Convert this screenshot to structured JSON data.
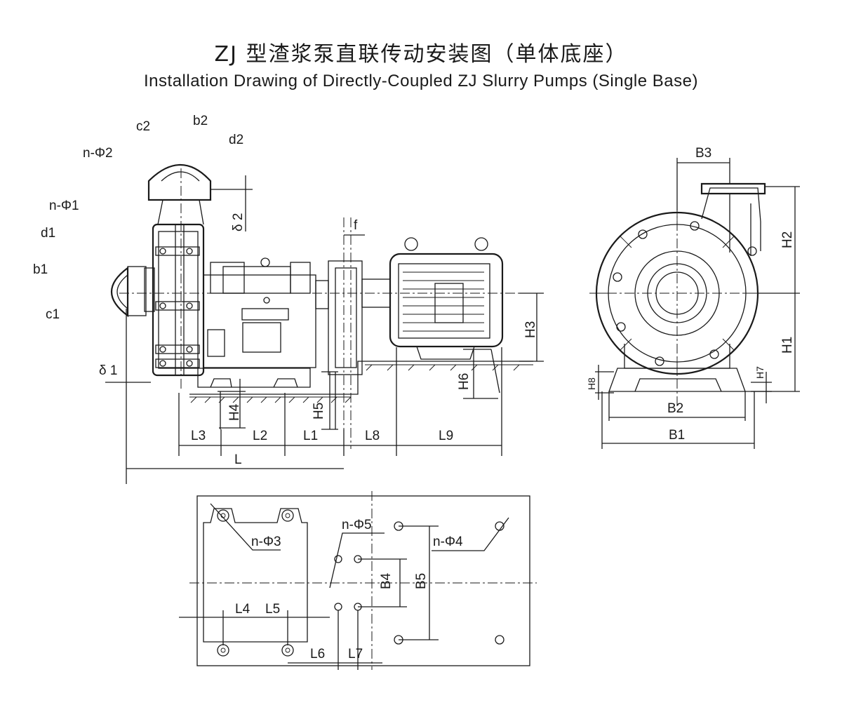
{
  "title_cn": "ZJ 型渣浆泵直联传动安装图（单体底座）",
  "title_en": "Installation Drawing of Directly-Coupled ZJ Slurry Pumps (Single Base)",
  "side_view_labels": {
    "c2": "c2",
    "b2": "b2",
    "d2": "d2",
    "n_phi2": "n-Φ2",
    "n_phi1": "n-Φ1",
    "d1": "d1",
    "b1": "b1",
    "c1": "c1",
    "delta1": "δ 1",
    "delta2": "δ 2",
    "f": "f",
    "H3": "H3",
    "H4": "H4",
    "H5": "H5",
    "H6": "H6",
    "L": "L",
    "L1": "L1",
    "L2": "L2",
    "L3": "L3",
    "L8": "L8",
    "L9": "L9"
  },
  "end_view_labels": {
    "B1": "B1",
    "B2": "B2",
    "B3": "B3",
    "H1": "H1",
    "H2": "H2",
    "H7": "H7",
    "H8": "H8"
  },
  "plan_view_labels": {
    "n_phi3": "n-Φ3",
    "n_phi4": "n-Φ4",
    "n_phi5": "n-Φ5",
    "B4": "B4",
    "B5": "B5",
    "L4": "L4",
    "L5": "L5",
    "L6": "L6",
    "L7": "L7"
  }
}
